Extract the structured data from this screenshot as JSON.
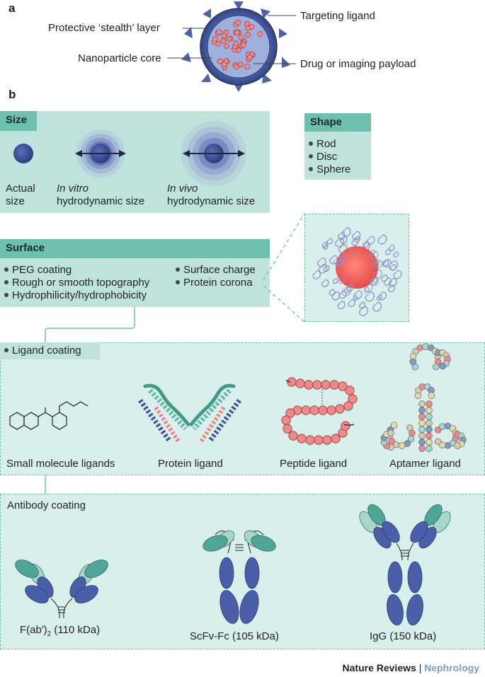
{
  "panel_a": {
    "letter": "a",
    "labels": {
      "stealth": "Protective ‘stealth’ layer",
      "core": "Nanoparticle core",
      "ligand": "Targeting ligand",
      "payload": "Drug or imaging payload"
    }
  },
  "panel_b": {
    "letter": "b",
    "size": {
      "header": "Size",
      "actual": [
        "Actual",
        "size"
      ],
      "in_vitro_italic": "In vitro",
      "in_vitro_rest": "hydrodynamic size",
      "in_vivo_italic": "In vivo",
      "in_vivo_rest": "hydrodynamic size"
    },
    "shape": {
      "header": "Shape",
      "items": [
        "Rod",
        "Disc",
        "Sphere"
      ]
    },
    "surface": {
      "header": "Surface",
      "items_left": [
        "PEG coating",
        "Rough or smooth topography",
        "Hydrophilicity/hydrophobicity"
      ],
      "items_right": [
        "Surface charge",
        "Protein corona"
      ]
    },
    "ligand_coating": {
      "header": "Ligand coating",
      "items": [
        "Small molecule ligands",
        "Protein ligand",
        "Peptide ligand",
        "Aptamer ligand"
      ]
    },
    "antibody_coating": {
      "header": "Antibody coating",
      "fab_prefix": "F(ab′)",
      "fab_sub": "2",
      "fab_suffix": " (110 kDa)",
      "scfv": "ScFv-Fc (105 kDa)",
      "igg": "IgG (150 kDa)"
    }
  },
  "footer": {
    "brand": "Nature Reviews",
    "separator": "|",
    "journal": "Nephrology"
  },
  "colors": {
    "teal_box": "#bfe3dc",
    "teal_header": "#6dbfae",
    "particle_blue": "#3c4f9a",
    "payload_pink": "#f08a8a",
    "ligand_triangle": "#4a5fa0"
  }
}
